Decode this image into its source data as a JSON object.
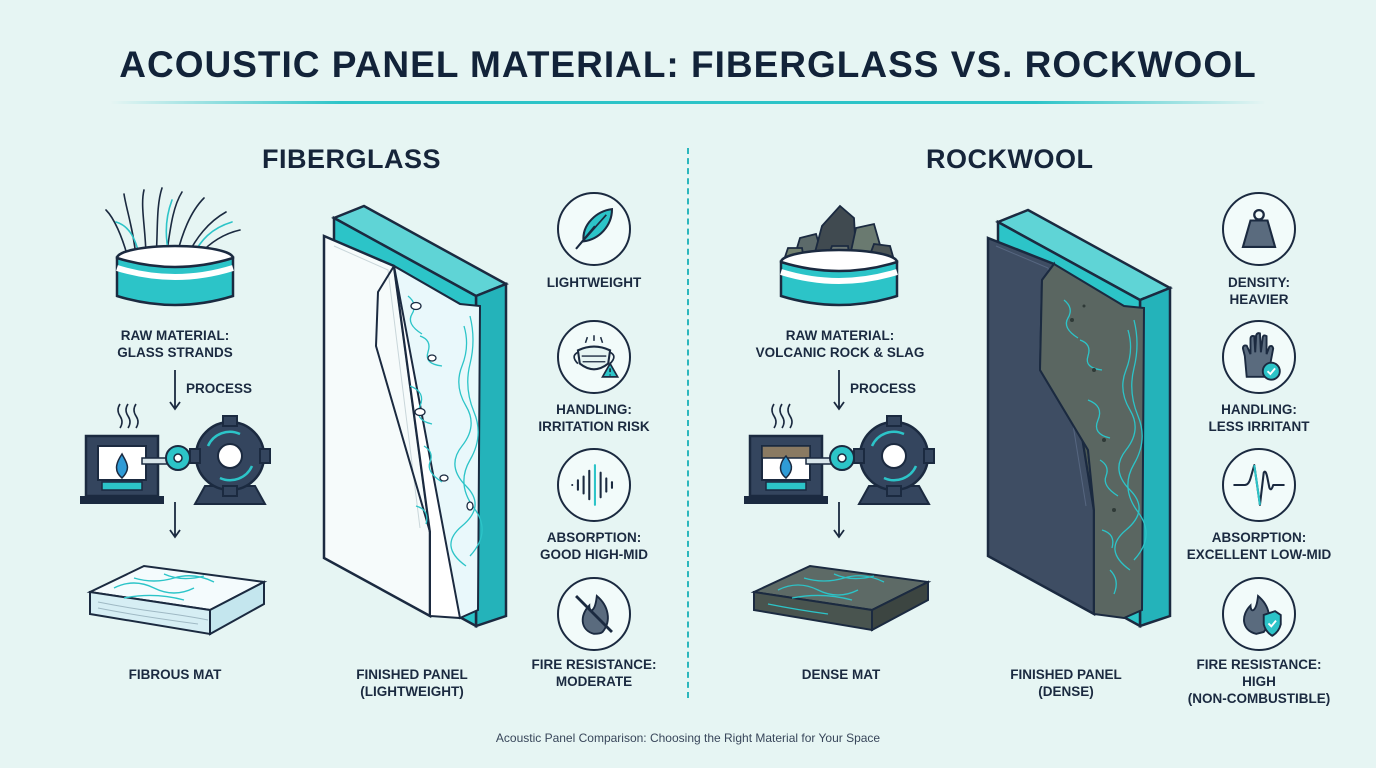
{
  "title": "ACOUSTIC PANEL MATERIAL: FIBERGLASS VS. ROCKWOOL",
  "caption": "Acoustic Panel Comparison: Choosing the Right Material for Your Space",
  "colors": {
    "accent": "#2cc4c8",
    "ink": "#1b2a40",
    "background": "#e6f5f3",
    "fire": "#2f9bd6"
  },
  "fiberglass": {
    "heading": "FIBERGLASS",
    "raw_line1": "RAW MATERIAL:",
    "raw_line2": "GLASS STRANDS",
    "process": "PROCESS",
    "mat": "FIBROUS MAT",
    "panel_line1": "FINISHED PANEL",
    "panel_line2": "(LIGHTWEIGHT)",
    "props": [
      {
        "icon": "feather-icon",
        "line1": "LIGHTWEIGHT",
        "line2": ""
      },
      {
        "icon": "mask-warning-icon",
        "line1": "HANDLING:",
        "line2": "IRRITATION RISK"
      },
      {
        "icon": "sound-wave-icon",
        "line1": "ABSORPTION:",
        "line2": "GOOD HIGH-MID"
      },
      {
        "icon": "no-fire-icon",
        "line1": "FIRE RESISTANCE:",
        "line2": "MODERATE"
      }
    ]
  },
  "rockwool": {
    "heading": "ROCKWOOL",
    "raw_line1": "RAW MATERIAL:",
    "raw_line2": "VOLCANIC ROCK & SLAG",
    "process": "PROCESS",
    "mat": "DENSE MAT",
    "panel_line1": "FINISHED PANEL",
    "panel_line2": "(DENSE)",
    "props": [
      {
        "icon": "weight-icon",
        "line1": "DENSITY:",
        "line2": "HEAVIER",
        "line3": ""
      },
      {
        "icon": "glove-icon",
        "line1": "HANDLING:",
        "line2": "LESS IRRITANT",
        "line3": ""
      },
      {
        "icon": "sound-wave-icon",
        "line1": "ABSORPTION:",
        "line2": "EXCELLENT LOW-MID",
        "line3": ""
      },
      {
        "icon": "fire-shield-icon",
        "line1": "FIRE RESISTANCE:",
        "line2": "HIGH",
        "line3": "(NON-COMBUSTIBLE)"
      }
    ]
  }
}
